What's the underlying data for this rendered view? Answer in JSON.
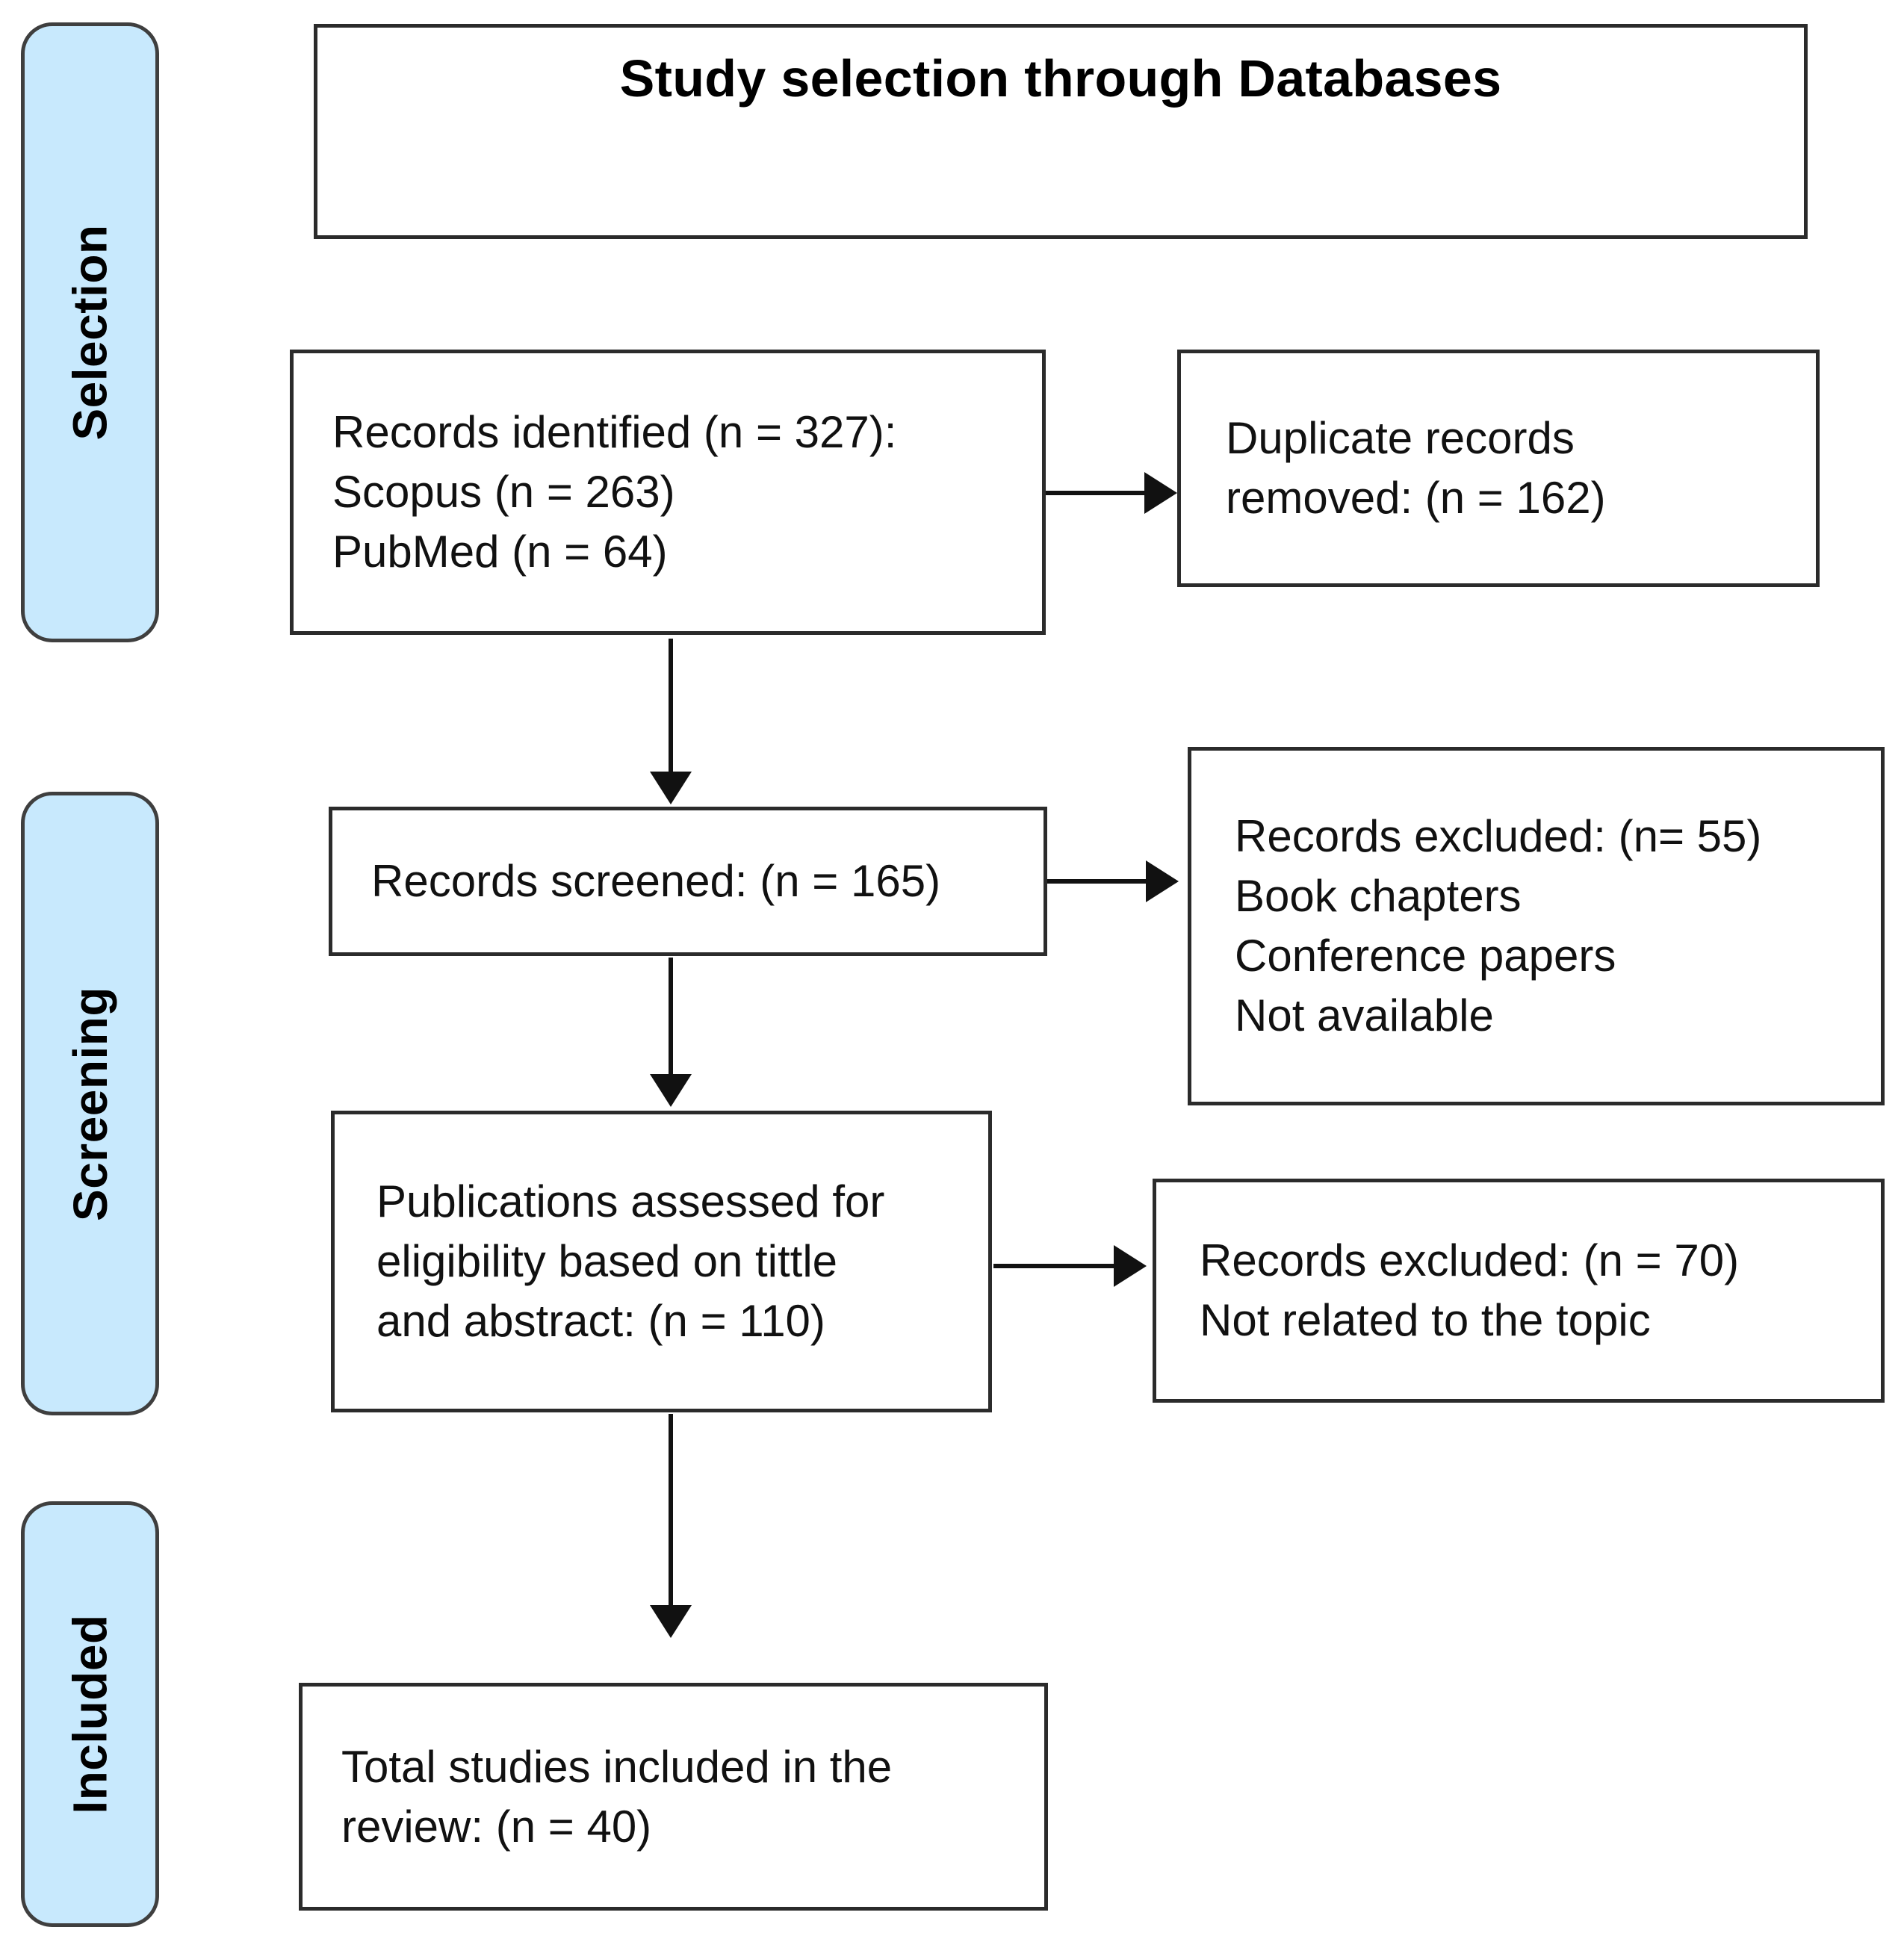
{
  "figure": {
    "title": "Study selection through Databases",
    "accent_color": "#c8e9fd",
    "border_color": "#2b2b2b",
    "text_color": "#111111"
  },
  "stages": [
    {
      "label": "Selection"
    },
    {
      "label": "Screening"
    },
    {
      "label": "Included"
    }
  ],
  "boxes": {
    "identified": {
      "lines": [
        "Records identified (n = 327):",
        "Scopus (n = 263)",
        "PubMed (n = 64)"
      ]
    },
    "duplicates_removed": {
      "lines": [
        "Duplicate records",
        "removed: (n = 162)"
      ]
    },
    "screened": {
      "lines": [
        "Records screened: (n = 165)"
      ]
    },
    "excluded_screening": {
      "lines": [
        "Records excluded: (n= 55)",
        "Book chapters",
        "Conference papers",
        "Not available"
      ]
    },
    "eligibility": {
      "lines": [
        "Publications assessed for",
        "eligibility based on tittle",
        "and abstract: (n = 110)"
      ]
    },
    "excluded_eligibility": {
      "lines": [
        "Records excluded: (n = 70)",
        "Not related to the topic"
      ]
    },
    "included_total": {
      "lines": [
        "Total studies included in the",
        "review: (n = 40)"
      ]
    }
  },
  "chart_data": {
    "type": "diagram",
    "title": "Study selection through Databases",
    "nodes": [
      {
        "id": "identified",
        "label": "Records identified (n = 327): Scopus (n = 263) PubMed (n = 64)",
        "stage": "Selection",
        "n": 327
      },
      {
        "id": "duplicates_removed",
        "label": "Duplicate records removed: (n = 162)",
        "stage": "Selection",
        "n": 162
      },
      {
        "id": "screened",
        "label": "Records screened: (n = 165)",
        "stage": "Screening",
        "n": 165
      },
      {
        "id": "excluded_screening",
        "label": "Records excluded: (n= 55) Book chapters Conference papers Not available",
        "stage": "Screening",
        "n": 55
      },
      {
        "id": "eligibility",
        "label": "Publications assessed for eligibility based on tittle and abstract: (n = 110)",
        "stage": "Screening",
        "n": 110
      },
      {
        "id": "excluded_eligibility",
        "label": "Records excluded: (n = 70) Not related to the topic",
        "stage": "Screening",
        "n": 70
      },
      {
        "id": "included_total",
        "label": "Total studies included in the review: (n = 40)",
        "stage": "Included",
        "n": 40
      }
    ],
    "edges": [
      {
        "from": "identified",
        "to": "duplicates_removed",
        "direction": "right"
      },
      {
        "from": "identified",
        "to": "screened",
        "direction": "down"
      },
      {
        "from": "screened",
        "to": "excluded_screening",
        "direction": "right"
      },
      {
        "from": "screened",
        "to": "eligibility",
        "direction": "down"
      },
      {
        "from": "eligibility",
        "to": "excluded_eligibility",
        "direction": "right"
      },
      {
        "from": "eligibility",
        "to": "included_total",
        "direction": "down"
      }
    ],
    "sources": [
      {
        "name": "Scopus",
        "value": 263
      },
      {
        "name": "PubMed",
        "value": 64
      }
    ]
  }
}
